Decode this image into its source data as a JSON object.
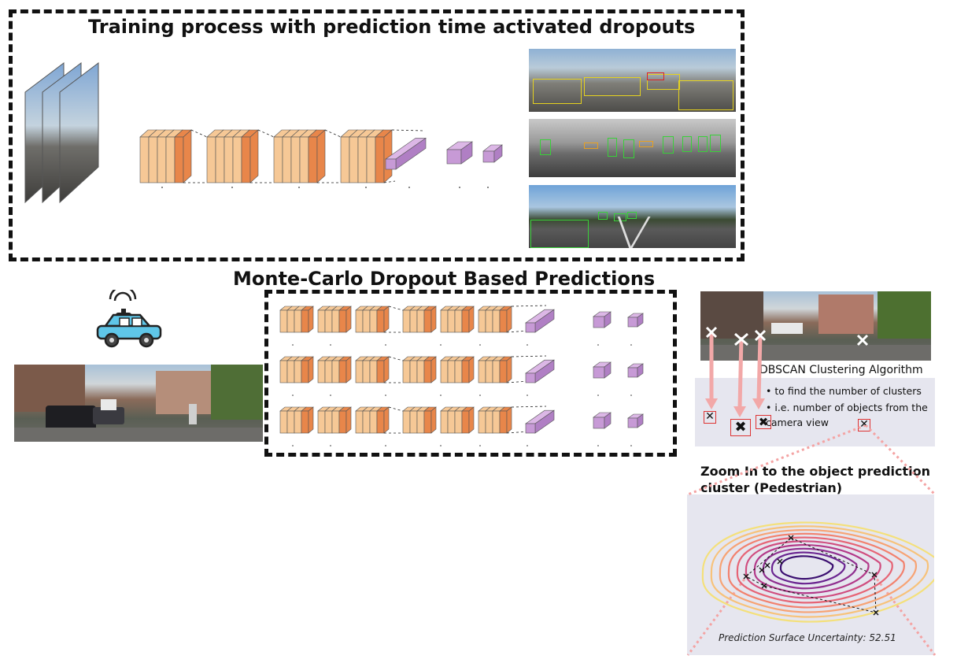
{
  "top_section": {
    "title": "Training process with prediction time activated dropouts"
  },
  "middle_section": {
    "title": "Monte-Carlo Dropout Based Predictions"
  },
  "dbscan": {
    "title": "DBSCAN Clustering Algorithm",
    "bullets": [
      "to find the number of clusters",
      "i.e.  number of objects from the camera view"
    ]
  },
  "zoom": {
    "title": "Zoom In to the object prediction cluster (Pedestrian)",
    "uncertainty_label": "Prediction Surface Uncertainty: 52.51"
  },
  "colors": {
    "layer_light": "#f6c896",
    "layer_dark": "#e8864a",
    "dense_purple": "#c79ad6",
    "contour_outer": "#f4e07a",
    "contour_inner": "#3b0f70",
    "arrow": "#f2a8a8",
    "car_blue": "#5fc6e8"
  },
  "icons": {
    "autonomous_car": "autonomous-car-icon",
    "cluster_marker": "x-marker-icon"
  }
}
